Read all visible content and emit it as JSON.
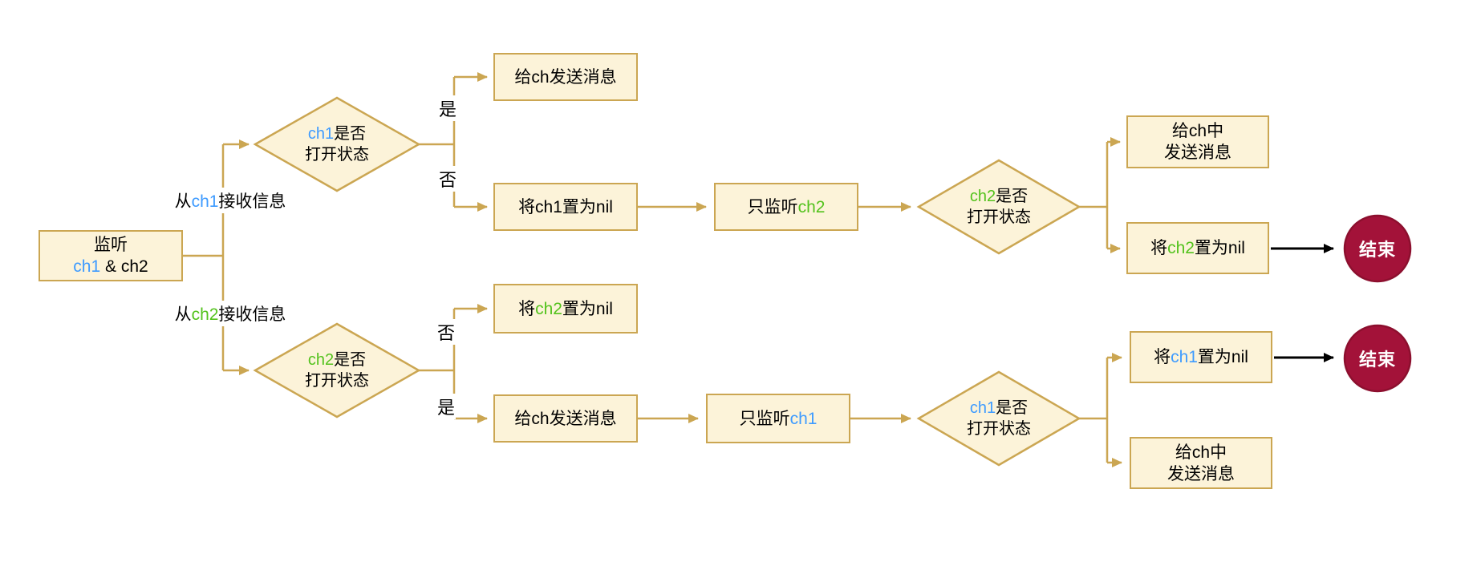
{
  "colors": {
    "node_fill": "#FCF3D9",
    "node_border": "#CBA652",
    "wire_gold": "#CBA652",
    "wire_black": "#000000",
    "ch1_blue": "#3E9BFF",
    "ch2_green": "#53C21D",
    "end_fill": "#A31239",
    "end_border": "#8C0F2E",
    "end_text": "#FFFFFF",
    "text": "#000000"
  },
  "nodes": {
    "start": {
      "lines": [
        [
          {
            "t": "监听"
          }
        ],
        [
          {
            "t": "ch1",
            "c": "blue"
          },
          {
            "t": " & ch2"
          }
        ]
      ]
    },
    "label_from_ch1": {
      "lines": [
        [
          {
            "t": "从"
          },
          {
            "t": "ch1",
            "c": "blue"
          },
          {
            "t": "接收信息"
          }
        ]
      ]
    },
    "label_from_ch2": {
      "lines": [
        [
          {
            "t": "从"
          },
          {
            "t": "ch2",
            "c": "green"
          },
          {
            "t": "接收信息"
          }
        ]
      ]
    },
    "d_ch1_top": {
      "lines": [
        [
          {
            "t": "ch1",
            "c": "blue"
          },
          {
            "t": "是否"
          }
        ],
        [
          {
            "t": "打开状态"
          }
        ]
      ]
    },
    "box_send_top": {
      "lines": [
        [
          {
            "t": "给ch发送消息"
          }
        ]
      ]
    },
    "box_ch1_nil_top": {
      "lines": [
        [
          {
            "t": "将ch1置为nil"
          }
        ]
      ]
    },
    "box_only_ch2": {
      "lines": [
        [
          {
            "t": "只监听"
          },
          {
            "t": "ch2",
            "c": "green"
          }
        ]
      ]
    },
    "d_ch2_right": {
      "lines": [
        [
          {
            "t": "ch2",
            "c": "green"
          },
          {
            "t": "是否"
          }
        ],
        [
          {
            "t": "打开状态"
          }
        ]
      ]
    },
    "box_send_ch_mid_top": {
      "lines": [
        [
          {
            "t": "给ch中"
          }
        ],
        [
          {
            "t": "发送消息"
          }
        ]
      ]
    },
    "box_ch2_nil_right": {
      "lines": [
        [
          {
            "t": "将"
          },
          {
            "t": "ch2",
            "c": "green"
          },
          {
            "t": "置为nil"
          }
        ]
      ]
    },
    "end_top": {
      "lines": [
        [
          {
            "t": "结束"
          }
        ]
      ]
    },
    "d_ch2_bottom": {
      "lines": [
        [
          {
            "t": "ch2",
            "c": "green"
          },
          {
            "t": "是否"
          }
        ],
        [
          {
            "t": "打开状态"
          }
        ]
      ]
    },
    "box_ch2_nil_mid": {
      "lines": [
        [
          {
            "t": "将"
          },
          {
            "t": "ch2",
            "c": "green"
          },
          {
            "t": "置为nil"
          }
        ]
      ]
    },
    "box_send_bottom": {
      "lines": [
        [
          {
            "t": "给ch发送消息"
          }
        ]
      ]
    },
    "box_only_ch1": {
      "lines": [
        [
          {
            "t": "只监听"
          },
          {
            "t": "ch1",
            "c": "blue"
          }
        ]
      ]
    },
    "d_ch1_right": {
      "lines": [
        [
          {
            "t": "ch1",
            "c": "blue"
          },
          {
            "t": "是否"
          }
        ],
        [
          {
            "t": "打开状态"
          }
        ]
      ]
    },
    "box_ch1_nil_right": {
      "lines": [
        [
          {
            "t": "将"
          },
          {
            "t": "ch1",
            "c": "blue"
          },
          {
            "t": "置为nil"
          }
        ]
      ]
    },
    "box_send_ch_mid_bottom": {
      "lines": [
        [
          {
            "t": "给ch中"
          }
        ],
        [
          {
            "t": "发送消息"
          }
        ]
      ]
    },
    "end_bottom": {
      "lines": [
        [
          {
            "t": "结束"
          }
        ]
      ]
    }
  },
  "edge_labels": {
    "yes_top": "是",
    "no_top": "否",
    "no_bottom": "否",
    "yes_bottom": "是"
  }
}
